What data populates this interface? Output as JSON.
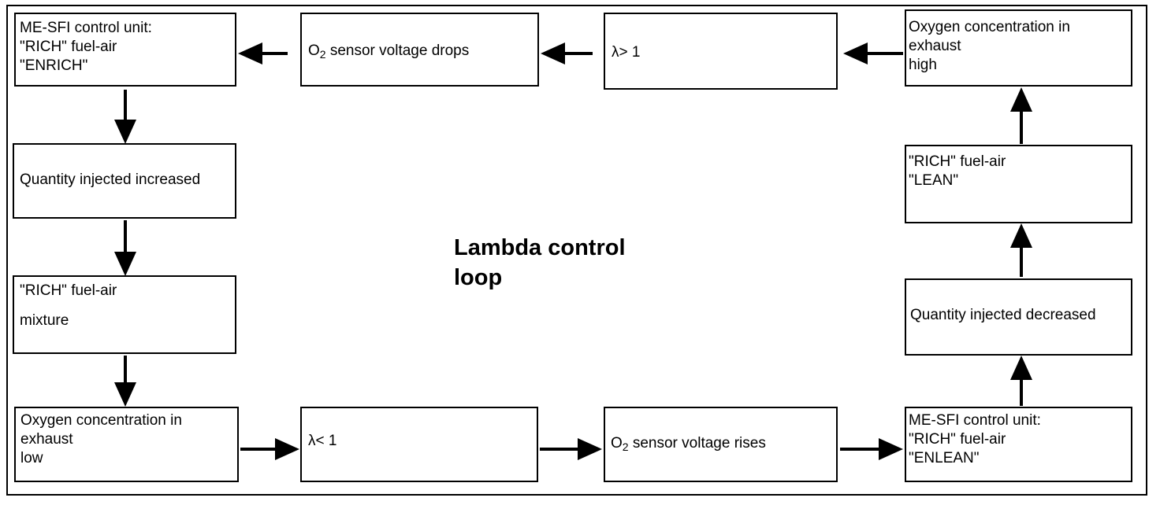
{
  "title": {
    "line1": "Lambda control",
    "line2": "loop"
  },
  "boxes": {
    "ecu_enrich": {
      "line1": "ME-SFI control unit:",
      "line2": "\"RICH\" fuel-air",
      "line3": "\"ENRICH\""
    },
    "o2_drops": {
      "o2": "O",
      "sub": "2",
      "rest": " sensor voltage drops"
    },
    "lambda_gt": {
      "text": "λ> 1"
    },
    "oxygen_high": {
      "line1": "Oxygen concentration in",
      "line2": "exhaust",
      "line3": " high"
    },
    "qty_increased": {
      "text": "Quantity injected increased"
    },
    "rich_lean": {
      "line1": "\"RICH\" fuel-air",
      "line2": "\"LEAN\""
    },
    "rich_mixture": {
      "line1": "\"RICH\" fuel-air",
      "line2": "mixture"
    },
    "qty_decreased": {
      "text": "Quantity injected decreased"
    },
    "oxygen_low": {
      "line1": "Oxygen concentration in",
      "line2": "exhaust",
      "line3": " low"
    },
    "lambda_lt": {
      "text": "λ< 1"
    },
    "o2_rises": {
      "o2": "O",
      "sub": "2",
      "rest": " sensor voltage rises"
    },
    "ecu_enlean": {
      "line1": "ME-SFI control unit:",
      "line2": "\"RICH\" fuel-air",
      "line3": "\"ENLEAN\""
    }
  }
}
